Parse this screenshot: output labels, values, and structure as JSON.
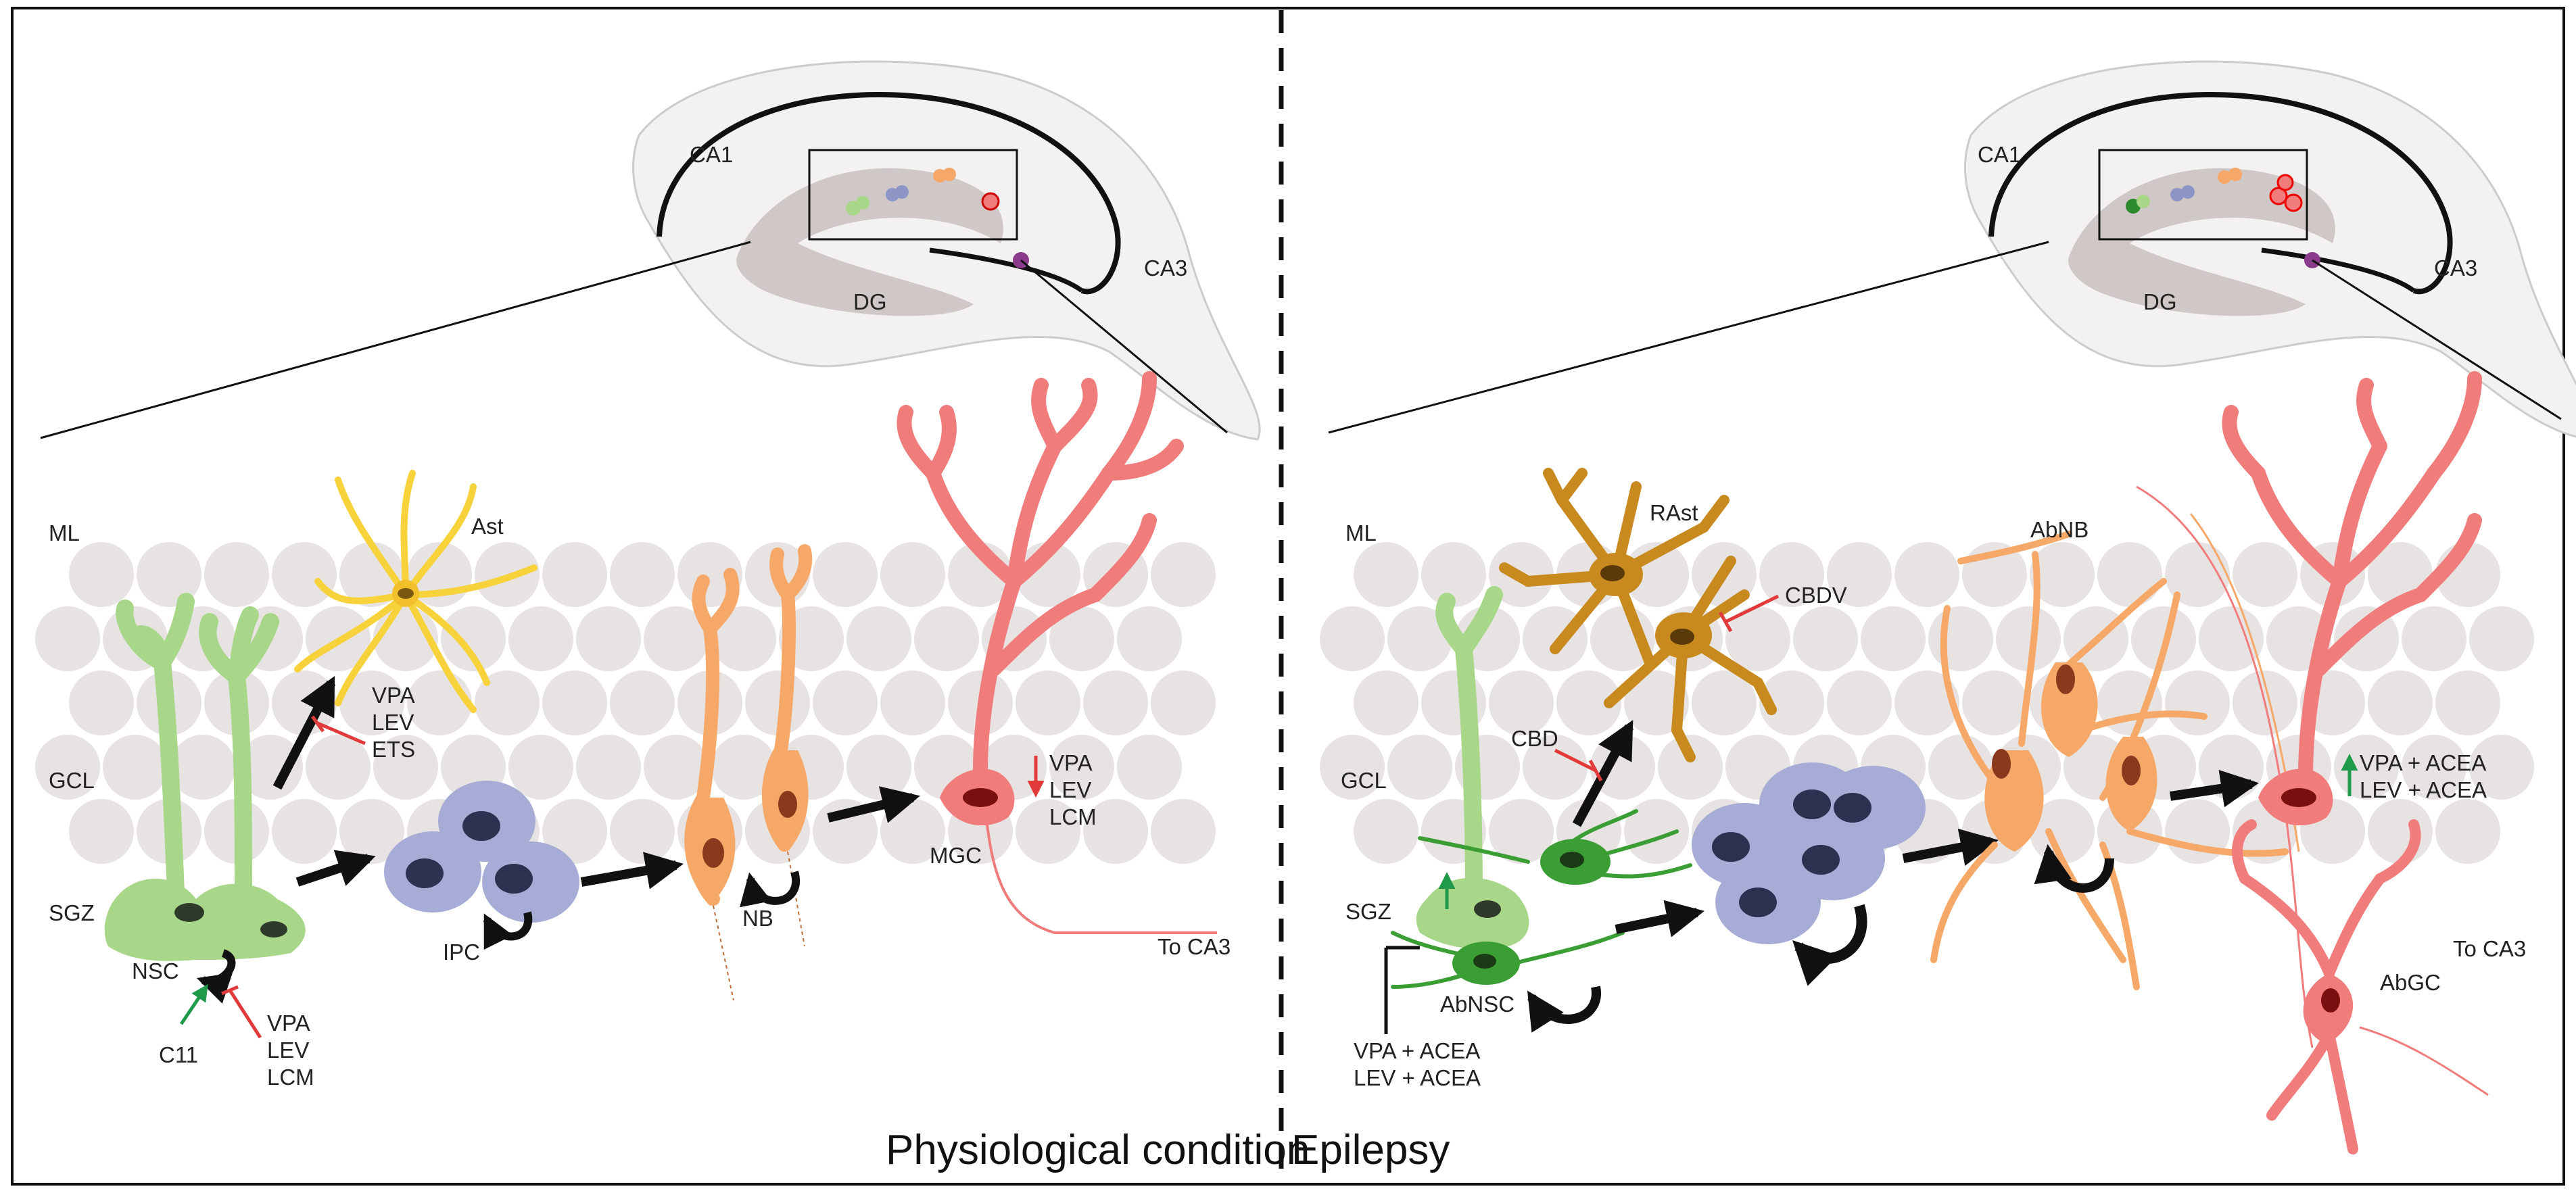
{
  "figure": {
    "left": {
      "caption": "Physiological condition",
      "hippocampus_labels": {
        "ca1": "CA1",
        "ca3": "CA3",
        "dg": "DG"
      },
      "layers": {
        "ml": "ML",
        "gcl": "GCL",
        "sgz": "SGZ"
      },
      "cells": {
        "nsc": "NSC",
        "ast": "Ast",
        "ipc": "IPC",
        "nb": "NB",
        "mgc": "MGC"
      },
      "drugs_ast": [
        "VPA",
        "LEV",
        "ETS"
      ],
      "drugs_nsc": [
        "VPA",
        "LEV",
        "LCM"
      ],
      "drugs_mgc": [
        "VPA",
        "LEV",
        "LCM"
      ],
      "c11": "C11",
      "to_ca3": "To CA3"
    },
    "right": {
      "caption": "Epilepsy",
      "hippocampus_labels": {
        "ca1": "CA1",
        "ca3": "CA3",
        "dg": "DG"
      },
      "layers": {
        "ml": "ML",
        "gcl": "GCL",
        "sgz": "SGZ"
      },
      "cells": {
        "rast": "RAst",
        "abnb": "AbNB",
        "abnsc": "AbNSC",
        "abgc": "AbGC"
      },
      "cbdv": "CBDV",
      "cbd": "CBD",
      "drugs_gc": [
        "VPA + ACEA",
        "LEV + ACEA"
      ],
      "drugs_nsc": [
        "VPA + ACEA",
        "LEV + ACEA"
      ],
      "to_ca3": "To CA3"
    },
    "colors": {
      "nsc_green": "#a8d78a",
      "abnsc_green": "#3a9e35",
      "astro_yellow": "#f7d23a",
      "rast_brown": "#c8891f",
      "ipc_blue": "#a6acd6",
      "nb_orange": "#f6a868",
      "mgc_red": "#f07c7c",
      "inhibit_red": "#e03a3a",
      "promote_green": "#1e9a4a"
    }
  }
}
